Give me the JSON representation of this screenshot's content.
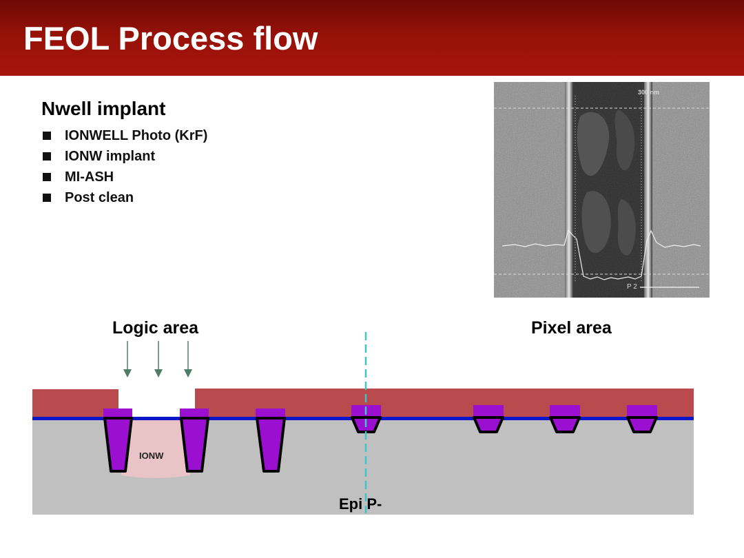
{
  "slide": {
    "title": "FEOL Process flow",
    "heading": "Nwell implant",
    "steps": [
      "IONWELL Photo (KrF)",
      "IONW implant",
      "MI-ASH",
      "Post clean"
    ]
  },
  "sem_image": {
    "scale_text": "300 nm",
    "corner_text": "P 2"
  },
  "diagram": {
    "left_area_label": "Logic area",
    "right_area_label": "Pixel area",
    "well_label": "IONW",
    "substrate_label": "Epi P-",
    "colors": {
      "resist": "#b94a4e",
      "oxide_line": "#0b16c8",
      "trench_fill": "#9a0fd0",
      "substrate": "#c0c0c0",
      "well": "#e8c4c6",
      "implant_arrow": "#4f7c67",
      "divider": "#40c4c4"
    }
  }
}
